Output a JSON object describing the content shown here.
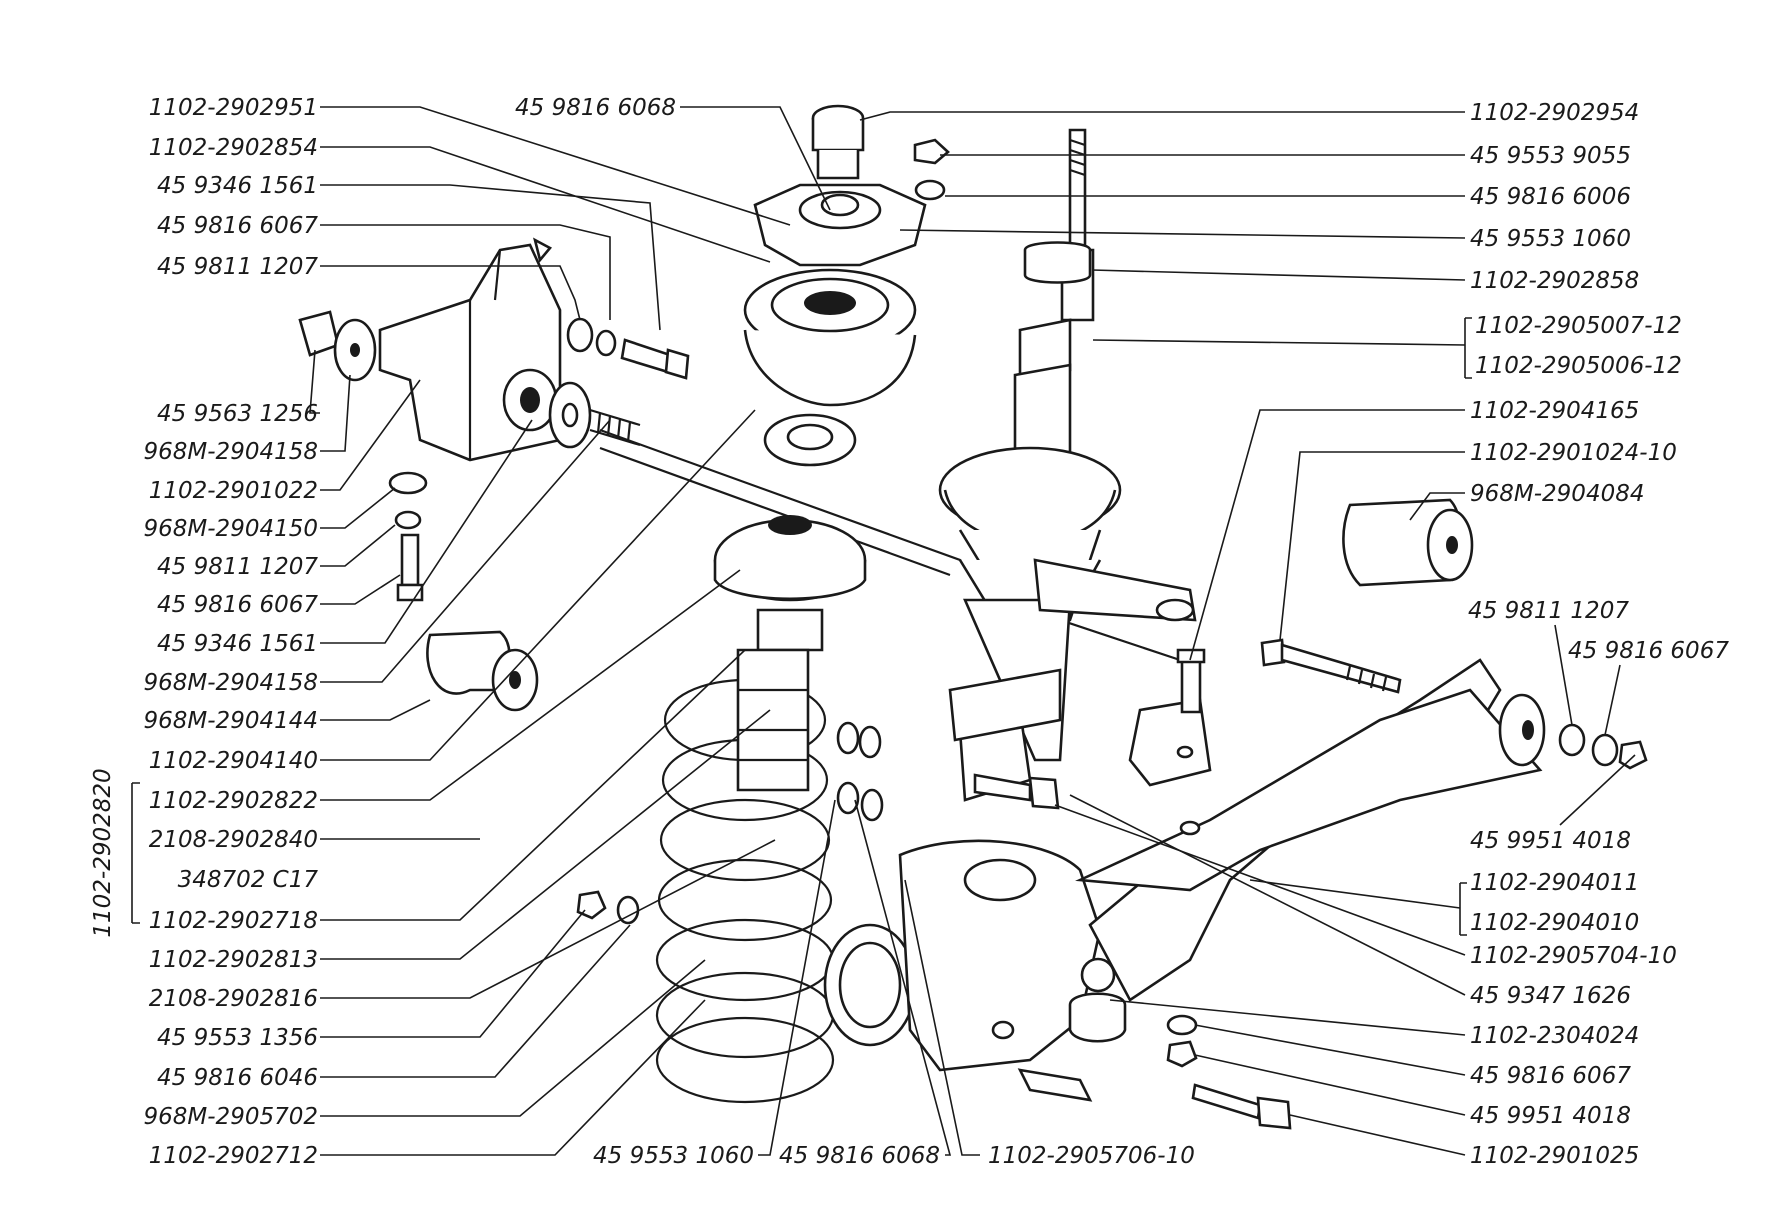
{
  "labels": {
    "p2902951": "1102-2902951",
    "p2902854": "1102-2902854",
    "p93461561_a": "45 9346 1561",
    "p98166067_a": "45 9816 6067",
    "p98111207_a": "45 9811 1207",
    "p95631256": "45 9563 1256",
    "p2904158_a": "968M-2904158",
    "p2901022": "1102-2901022",
    "p2904150": "968M-2904150",
    "p98111207_b": "45 9811 1207",
    "p98166067_b": "45 9816 6067",
    "p93461561_b": "45 9346 1561",
    "p2904158_b": "968M-2904158",
    "p2904144": "968M-2904144",
    "p2904140": "1102-2904140",
    "p2902822": "1102-2902822",
    "p2902840": "2108-2902840",
    "p348702": "348702 C17",
    "p2902718": "1102-2902718",
    "p2902813": "1102-2902813",
    "p2902816": "2108-2902816",
    "p95531356": "45 9553 1356",
    "p98166046": "45 9816 6046",
    "p2905702": "968M-2905702",
    "p2902712": "1102-2902712",
    "p2902820_vert": "1102-2902820",
    "p98166068_top": "45 9816 6068",
    "p95531060_bot": "45 9553 1060",
    "p98166068_bot": "45 9816 6068",
    "p2905706": "1102-2905706-10",
    "p2902954": "1102-2902954",
    "p95539055": "45 9553 9055",
    "p98166006": "45 9816 6006",
    "p95531060_r": "45 9553 1060",
    "p2902858": "1102-2902858",
    "p2905007": "1102-2905007-12",
    "p2905006": "1102-2905006-12",
    "p2904165": "1102-2904165",
    "p2901024": "1102-2901024-10",
    "p2904084": "968M-2904084",
    "p98111207_c": "45 9811 1207",
    "p98166067_c": "45 9816 6067",
    "p99514018_a": "45 9951 4018",
    "p2904011": "1102-2904011",
    "p2904010": "1102-2904010",
    "p2905704": "1102-2905704-10",
    "p93471626": "45 9347 1626",
    "p2304024": "1102-2304024",
    "p98166067_d": "45 9816 6067",
    "p99514018_b": "45 9951 4018",
    "p2901025": "1102-2901025"
  }
}
